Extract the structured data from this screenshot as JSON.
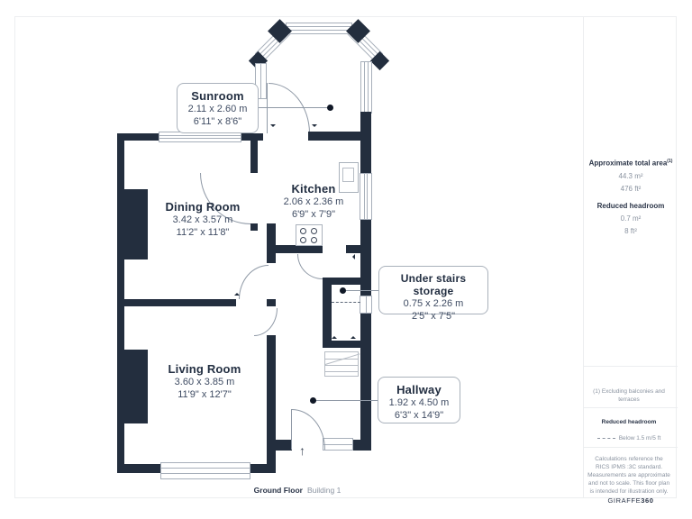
{
  "rooms": [
    {
      "name": "Sunroom",
      "metric": "2.11 x 2.60 m",
      "imperial": "6'11\" x 8'6\""
    },
    {
      "name": "Dining Room",
      "metric": "3.42 x 3.57 m",
      "imperial": "11'2\" x 11'8\""
    },
    {
      "name": "Kitchen",
      "metric": "2.06 x 2.36 m",
      "imperial": "6'9\" x 7'9\""
    },
    {
      "name": "Under stairs storage",
      "metric": "0.75 x 2.26 m",
      "imperial": "2'5\" x 7'5\""
    },
    {
      "name": "Living Room",
      "metric": "3.60 x 3.85 m",
      "imperial": "11'9\" x 12'7\""
    },
    {
      "name": "Hallway",
      "metric": "1.92 x 4.50 m",
      "imperial": "6'3\" x 14'9\""
    }
  ],
  "sidebar": {
    "total_area_label": "Approximate total area",
    "total_area_note_ref": "(1)",
    "total_area_m2": "44.3 m²",
    "total_area_ft2": "476 ft²",
    "reduced_headroom_label": "Reduced headroom",
    "reduced_m2": "0.7 m²",
    "reduced_ft2": "8 ft²",
    "footnote": "(1) Excluding balconies and terraces",
    "legend_title": "Reduced headroom",
    "legend_text": "Below 1.5 m/5 ft",
    "disclaimer": "Calculations reference the RICS IPMS :3C standard. Measurements are approximate and not to scale. This floor plan is intended for illustration only.",
    "brand": "GIRAFFE",
    "brand_suffix": "360"
  },
  "caption": {
    "floor_label": "Ground Floor",
    "building_label": "Building 1"
  },
  "icons": {
    "entrance_arrow": "↑"
  },
  "colors": {
    "wall": "#232e3e",
    "title_text": "#222e41",
    "dim_text": "#3f4c63",
    "muted_text": "#8a93a0",
    "line": "#8f99a6"
  }
}
